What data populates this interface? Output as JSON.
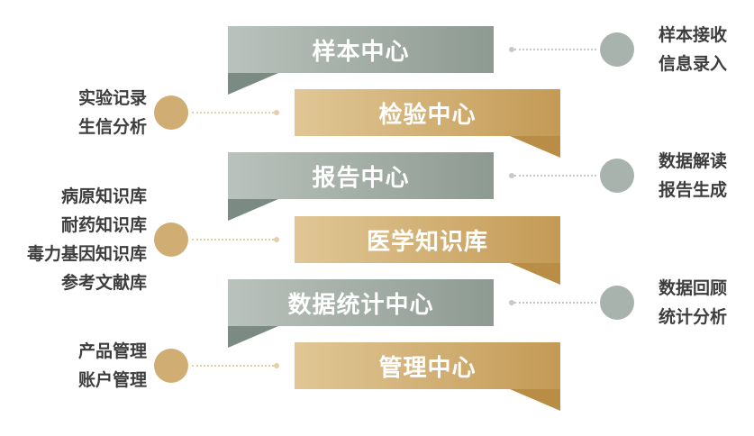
{
  "colors": {
    "gray_banner": "#8d9a92",
    "gold_banner": "#c49a55",
    "gray_dot": "#a9b3ad",
    "gold_dot": "#cfad73",
    "text": "#3d3d3d"
  },
  "centers": [
    {
      "name": "样本中心",
      "style": "gray",
      "side": "right",
      "items": [
        "样本接收",
        "信息录入"
      ]
    },
    {
      "name": "检验中心",
      "style": "gold",
      "side": "left",
      "items": [
        "实验记录",
        "生信分析"
      ]
    },
    {
      "name": "报告中心",
      "style": "gray",
      "side": "right",
      "items": [
        "数据解读",
        "报告生成"
      ]
    },
    {
      "name": "医学知识库",
      "style": "gold",
      "side": "left",
      "items": [
        "病原知识库",
        "耐药知识库",
        "毒力基因知识库",
        "参考文献库"
      ]
    },
    {
      "name": "数据统计中心",
      "style": "gray",
      "side": "right",
      "items": [
        "数据回顾",
        "统计分析"
      ]
    },
    {
      "name": "管理中心",
      "style": "gold",
      "side": "left",
      "items": [
        "产品管理",
        "账户管理"
      ]
    }
  ]
}
